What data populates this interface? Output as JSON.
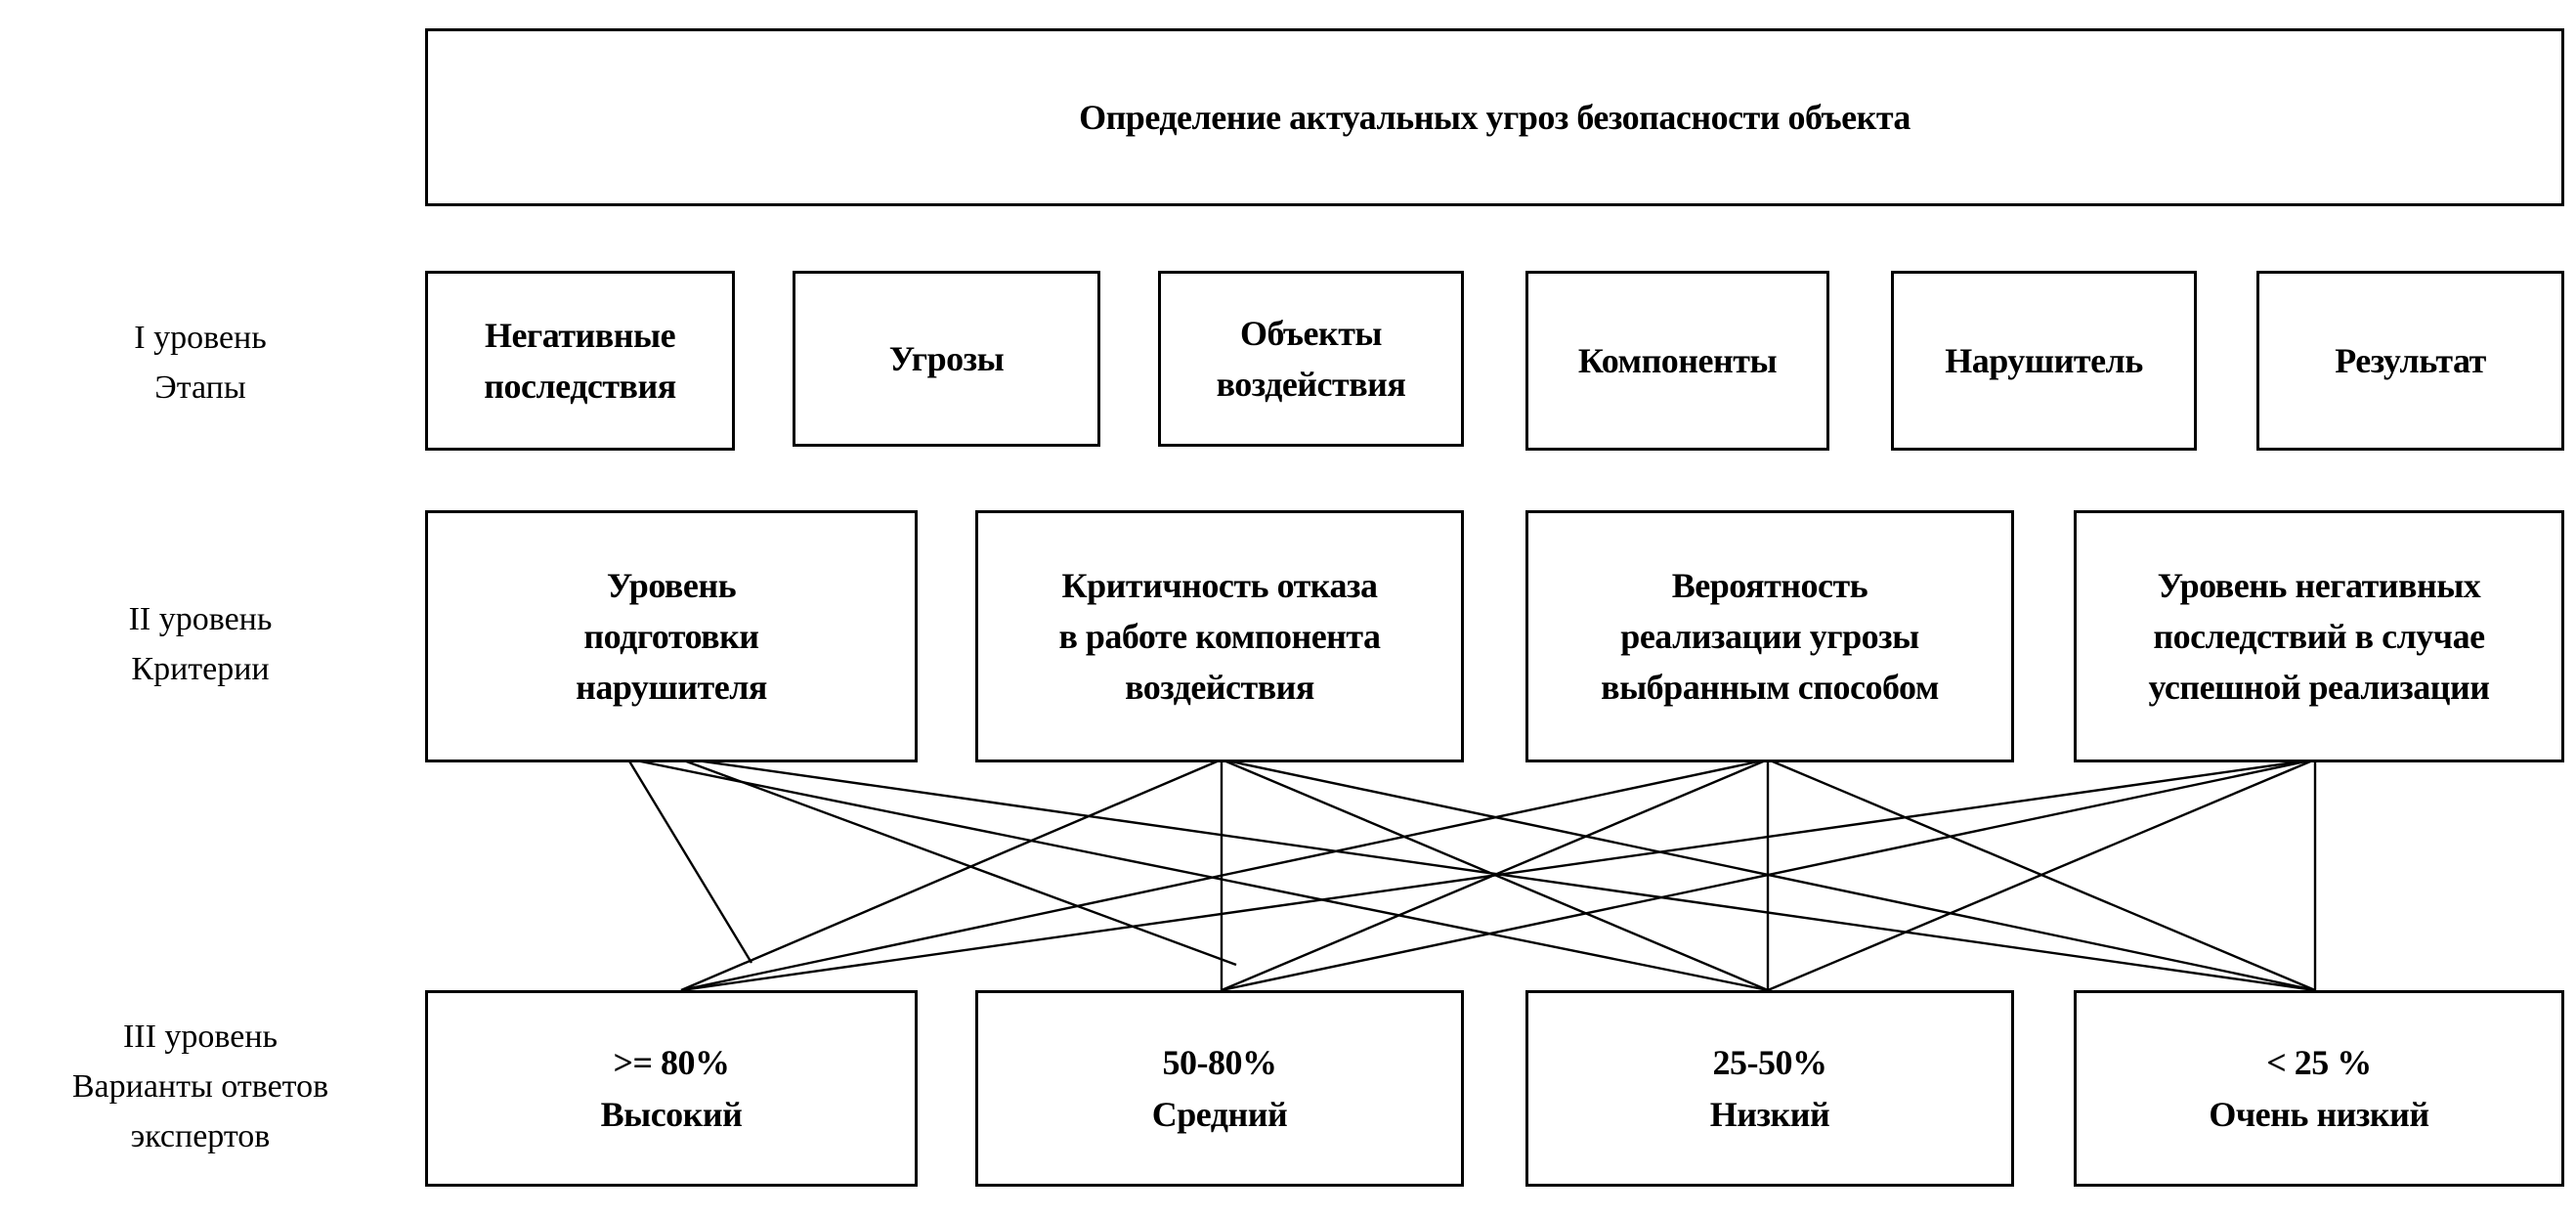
{
  "title": "Определение актуальных угроз безопасности объекта",
  "levels": [
    {
      "label": [
        "I уровень",
        "Этапы"
      ],
      "items": [
        [
          "Негативные",
          "последствия"
        ],
        [
          "Угрозы"
        ],
        [
          "Объекты",
          "воздействия"
        ],
        [
          "Компоненты"
        ],
        [
          "Нарушитель"
        ],
        [
          "Результат"
        ]
      ]
    },
    {
      "label": [
        "II уровень",
        "Критерии"
      ],
      "items": [
        [
          "Уровень",
          "подготовки",
          "нарушителя"
        ],
        [
          "Критичность отказа",
          "в работе компонента",
          "воздействия"
        ],
        [
          "Вероятность",
          "реализации угрозы",
          "выбранным способом"
        ],
        [
          "Уровень негативных",
          "последствий в случае",
          "успешной реализации"
        ]
      ]
    },
    {
      "label": [
        "III уровень",
        "Варианты ответов",
        "экспертов"
      ],
      "items": [
        [
          ">= 80%",
          "Высокий"
        ],
        [
          "50-80%",
          "Средний"
        ],
        [
          "25-50%",
          "Низкий"
        ],
        [
          "< 25 %",
          "Очень низкий"
        ]
      ]
    }
  ],
  "connections": {
    "from_level": "II уровень",
    "to_level": "III уровень",
    "edges": [
      {
        "from": 0,
        "to": 2
      },
      {
        "from": 0,
        "to": 3
      },
      {
        "from": 1,
        "to": 0
      },
      {
        "from": 1,
        "to": 1
      },
      {
        "from": 1,
        "to": 2
      },
      {
        "from": 1,
        "to": 3
      },
      {
        "from": 2,
        "to": 0
      },
      {
        "from": 2,
        "to": 1
      },
      {
        "from": 2,
        "to": 2
      },
      {
        "from": 2,
        "to": 3
      },
      {
        "from": 3,
        "to": 0
      },
      {
        "from": 3,
        "to": 1
      },
      {
        "from": 3,
        "to": 2
      },
      {
        "from": 3,
        "to": 3
      }
    ],
    "partial_edges": [
      {
        "from": 0,
        "toward": 0
      },
      {
        "from": 0,
        "toward": 1
      }
    ]
  }
}
